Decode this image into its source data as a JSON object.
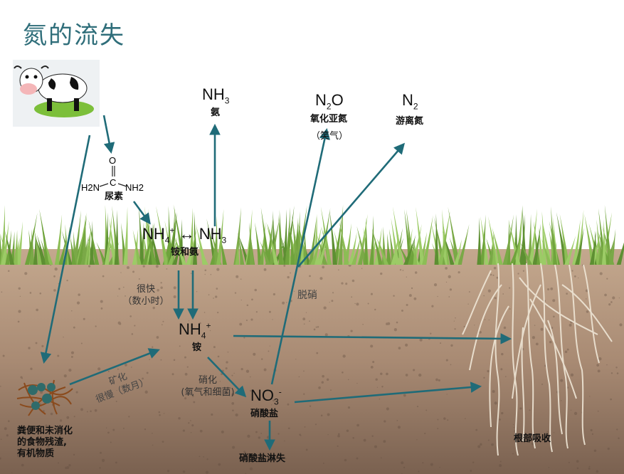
{
  "title": "氮的流失",
  "nodes": {
    "ammonia_top": {
      "formula": "NH3",
      "base": "NH",
      "sub": "3",
      "label": "氨"
    },
    "n2o": {
      "formula": "N2O",
      "n": "N",
      "sub": "2",
      "o": "O",
      "label": "氧化亚氮",
      "label2": "（笑气）"
    },
    "n2": {
      "formula": "N2",
      "n": "N",
      "sub": "2",
      "label": "游离氮"
    },
    "urea": {
      "label": "尿素",
      "atom_o": "O",
      "atom_c": "C",
      "left_group": "H2N",
      "right_group": "NH2"
    },
    "ammonium_ammonia": {
      "nh4_base": "NH",
      "nh4_sub": "4",
      "nh4_sup": "+",
      "arrow": "↔",
      "nh3_base": "NH",
      "nh3_sub": "3",
      "label": "铵和氨"
    },
    "ammonium": {
      "base": "NH",
      "sub": "4",
      "sup": "+",
      "label": "铵"
    },
    "nitrate": {
      "base": "NO",
      "sub": "3",
      "sup": "-",
      "label": "硝酸盐"
    },
    "organic": {
      "line1": "粪便和未消化",
      "line2": "的食物残渣,",
      "line3": "有机物质"
    }
  },
  "process_labels": {
    "fast": [
      "很快",
      "（数小时）"
    ],
    "mineral": [
      "矿化",
      "很慢（数月）"
    ],
    "nitrification": [
      "硝化",
      "(氧气和细菌)"
    ],
    "denitrification": "脱硝",
    "leaching": "硝酸盐淋失",
    "root_uptake": "根部吸收"
  },
  "colors": {
    "arrow": "#1f6b78",
    "title": "#2f6e7a",
    "soil_top": "#b99a80",
    "soil_bottom": "#7d6252",
    "grass": "#7fae4a"
  }
}
